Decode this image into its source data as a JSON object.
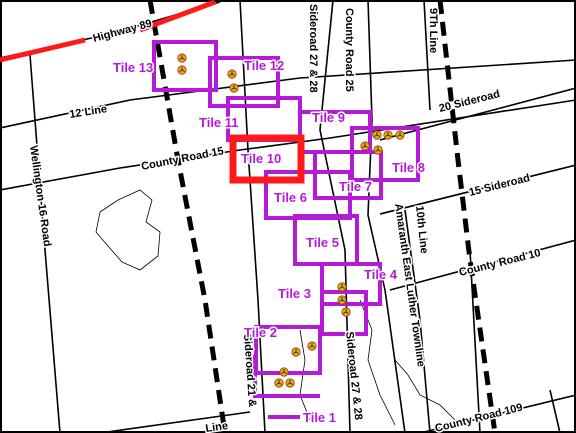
{
  "colors": {
    "tile": "#b31bd6",
    "tile_selected": "#ff1a1a",
    "highway": "#ff1a1a",
    "turbine_fill": "#f2a81d",
    "turbine_stroke": "#7a4a00"
  },
  "icons": {
    "turbine": "wind-turbine-icon"
  },
  "roads": {
    "highway_89": "Highway 89",
    "sideroad_27_28": "Sideroad 27 & 28",
    "county_road_25": "County Road 25",
    "ninth_line": "9Th Line",
    "twelve_line": "12 Line",
    "twenty_sideroad": "20 Sideroad",
    "county_road_15": "County Road 15",
    "wellington_16_road": "Wellington 16 Road",
    "fifteen_sideroad": "15 Sideroad",
    "tenth_line": "10th Line",
    "amaranth_townline": "Amaranth East Luther Townline",
    "county_road_10": "County Road 10",
    "sideroad_27_28_south": "Sideroad 27 & 28",
    "sideroad_21_south": "Sideroad 21 &",
    "line_bottom": "Line",
    "county_road_109": "County Road 109"
  },
  "tiles": {
    "t1": "Tile 1",
    "t2": "Tile 2",
    "t3": "Tile 3",
    "t4": "Tile 4",
    "t5": "Tile 5",
    "t6": "Tile 6",
    "t7": "Tile 7",
    "t8": "Tile 8",
    "t9": "Tile 9",
    "t10": "Tile 10",
    "t11": "Tile 11",
    "t12": "Tile 12",
    "t13": "Tile 13"
  }
}
